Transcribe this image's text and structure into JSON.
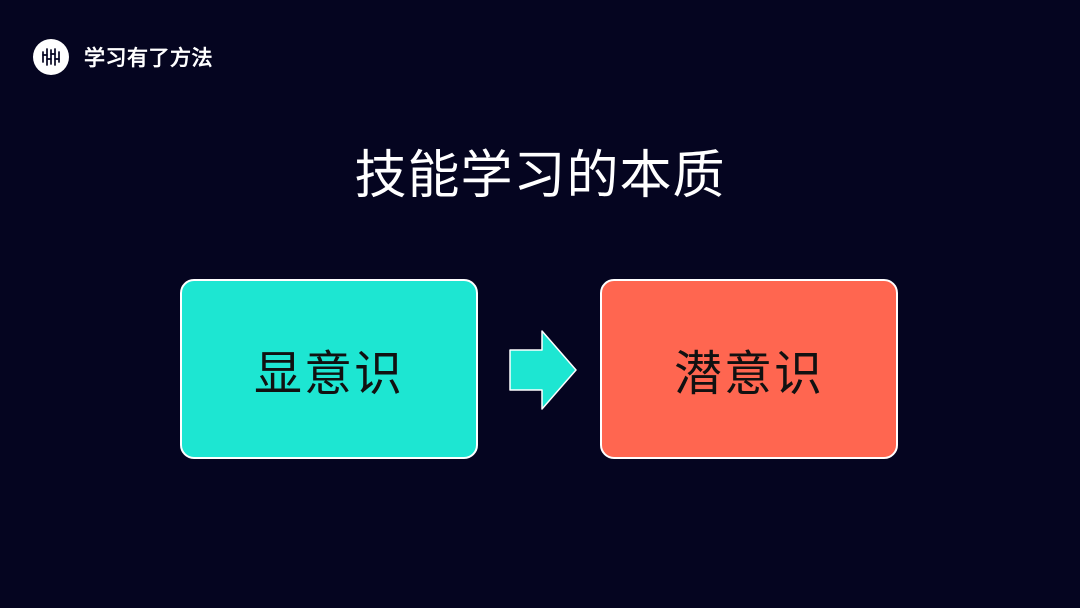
{
  "brand": {
    "name": "学习有了方法",
    "logo_icon": "brain-icon"
  },
  "slide": {
    "title": "技能学习的本质"
  },
  "diagram": {
    "nodes": [
      {
        "label": "显意识",
        "color": "#1de6d2"
      },
      {
        "label": "潜意识",
        "color": "#ff6650"
      }
    ],
    "connector": {
      "type": "arrow",
      "color": "#1de6d2",
      "icon": "right-arrow-icon"
    }
  },
  "colors": {
    "background": "#050520",
    "text": "#ffffff",
    "node_text": "#111111"
  }
}
